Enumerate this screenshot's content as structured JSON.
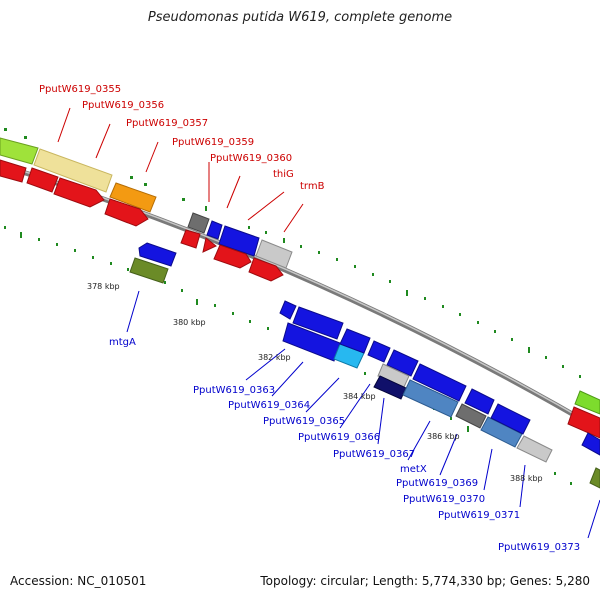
{
  "title": "Pseudomonas putida W619, complete genome",
  "footer": {
    "accession": "Accession: NC_010501",
    "summary": "Topology: circular; Length: 5,774,330 bp; Genes: 5,280"
  },
  "colors": {
    "forward_label": "#cc0000",
    "reverse_label": "#0000cc",
    "backbone": "#8c8c8c"
  },
  "ticks": [
    "378 kbp",
    "380 kbp",
    "382 kbp",
    "384 kbp",
    "386 kbp",
    "388 kbp"
  ],
  "forward_labels": [
    "PputW619_0355",
    "PputW619_0356",
    "PputW619_0357",
    "PputW619_0359",
    "PputW619_0360",
    "thiG",
    "trmB"
  ],
  "reverse_labels": [
    "mtgA",
    "PputW619_0363",
    "PputW619_0364",
    "PputW619_0365",
    "PputW619_0366",
    "PputW619_0367",
    "metX",
    "PputW619_0369",
    "PputW619_0370",
    "PputW619_0371",
    "PputW619_0373"
  ]
}
